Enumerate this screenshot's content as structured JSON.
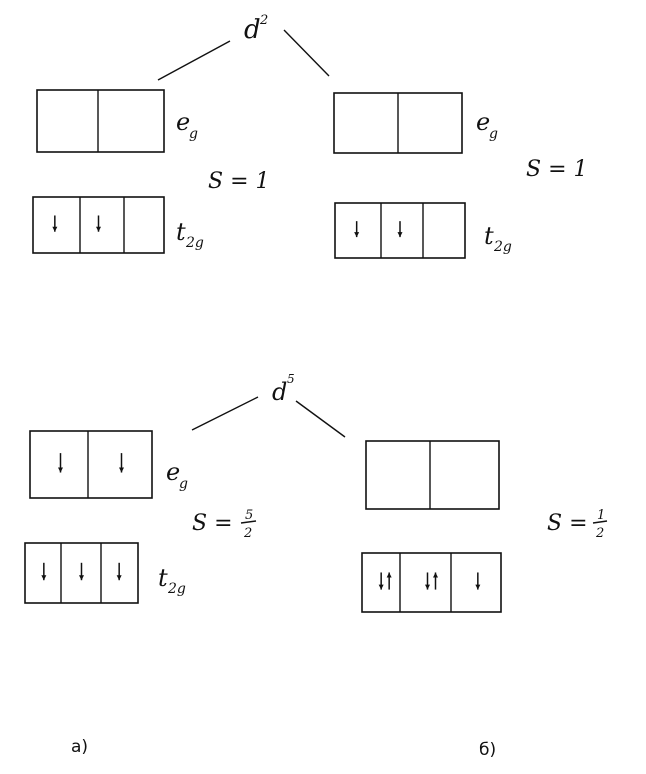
{
  "top": {
    "config": {
      "base": "d",
      "sup": "2"
    },
    "left": {
      "eg": {
        "label_base": "e",
        "label_sub": "g",
        "cells": [
          "",
          ""
        ]
      },
      "t2g": {
        "label_base": "t",
        "label_sub": "2g",
        "cells": [
          "down",
          "down",
          ""
        ]
      },
      "spin": "S = 1"
    },
    "right": {
      "eg": {
        "label_base": "e",
        "label_sub": "g",
        "cells": [
          "",
          ""
        ]
      },
      "t2g": {
        "label_base": "t",
        "label_sub": "2g",
        "cells": [
          "down",
          "down",
          ""
        ]
      },
      "spin": "S = 1"
    }
  },
  "bottom": {
    "config": {
      "base": "d",
      "sup": "5"
    },
    "left": {
      "eg": {
        "label_base": "e",
        "label_sub": "g",
        "cells": [
          "down",
          "down"
        ]
      },
      "t2g": {
        "label_base": "t",
        "label_sub": "2g",
        "cells": [
          "down",
          "down",
          "down"
        ]
      },
      "spin": {
        "prefix": "S = ",
        "num": "5",
        "den": "2"
      }
    },
    "right": {
      "eg": {
        "cells": [
          "",
          ""
        ]
      },
      "t2g": {
        "cells": [
          "down-up",
          "down-up",
          "down"
        ]
      },
      "spin": {
        "prefix": "S = ",
        "num": "1",
        "den": "2"
      }
    }
  },
  "captions": {
    "a": "а)",
    "b": "б)"
  }
}
